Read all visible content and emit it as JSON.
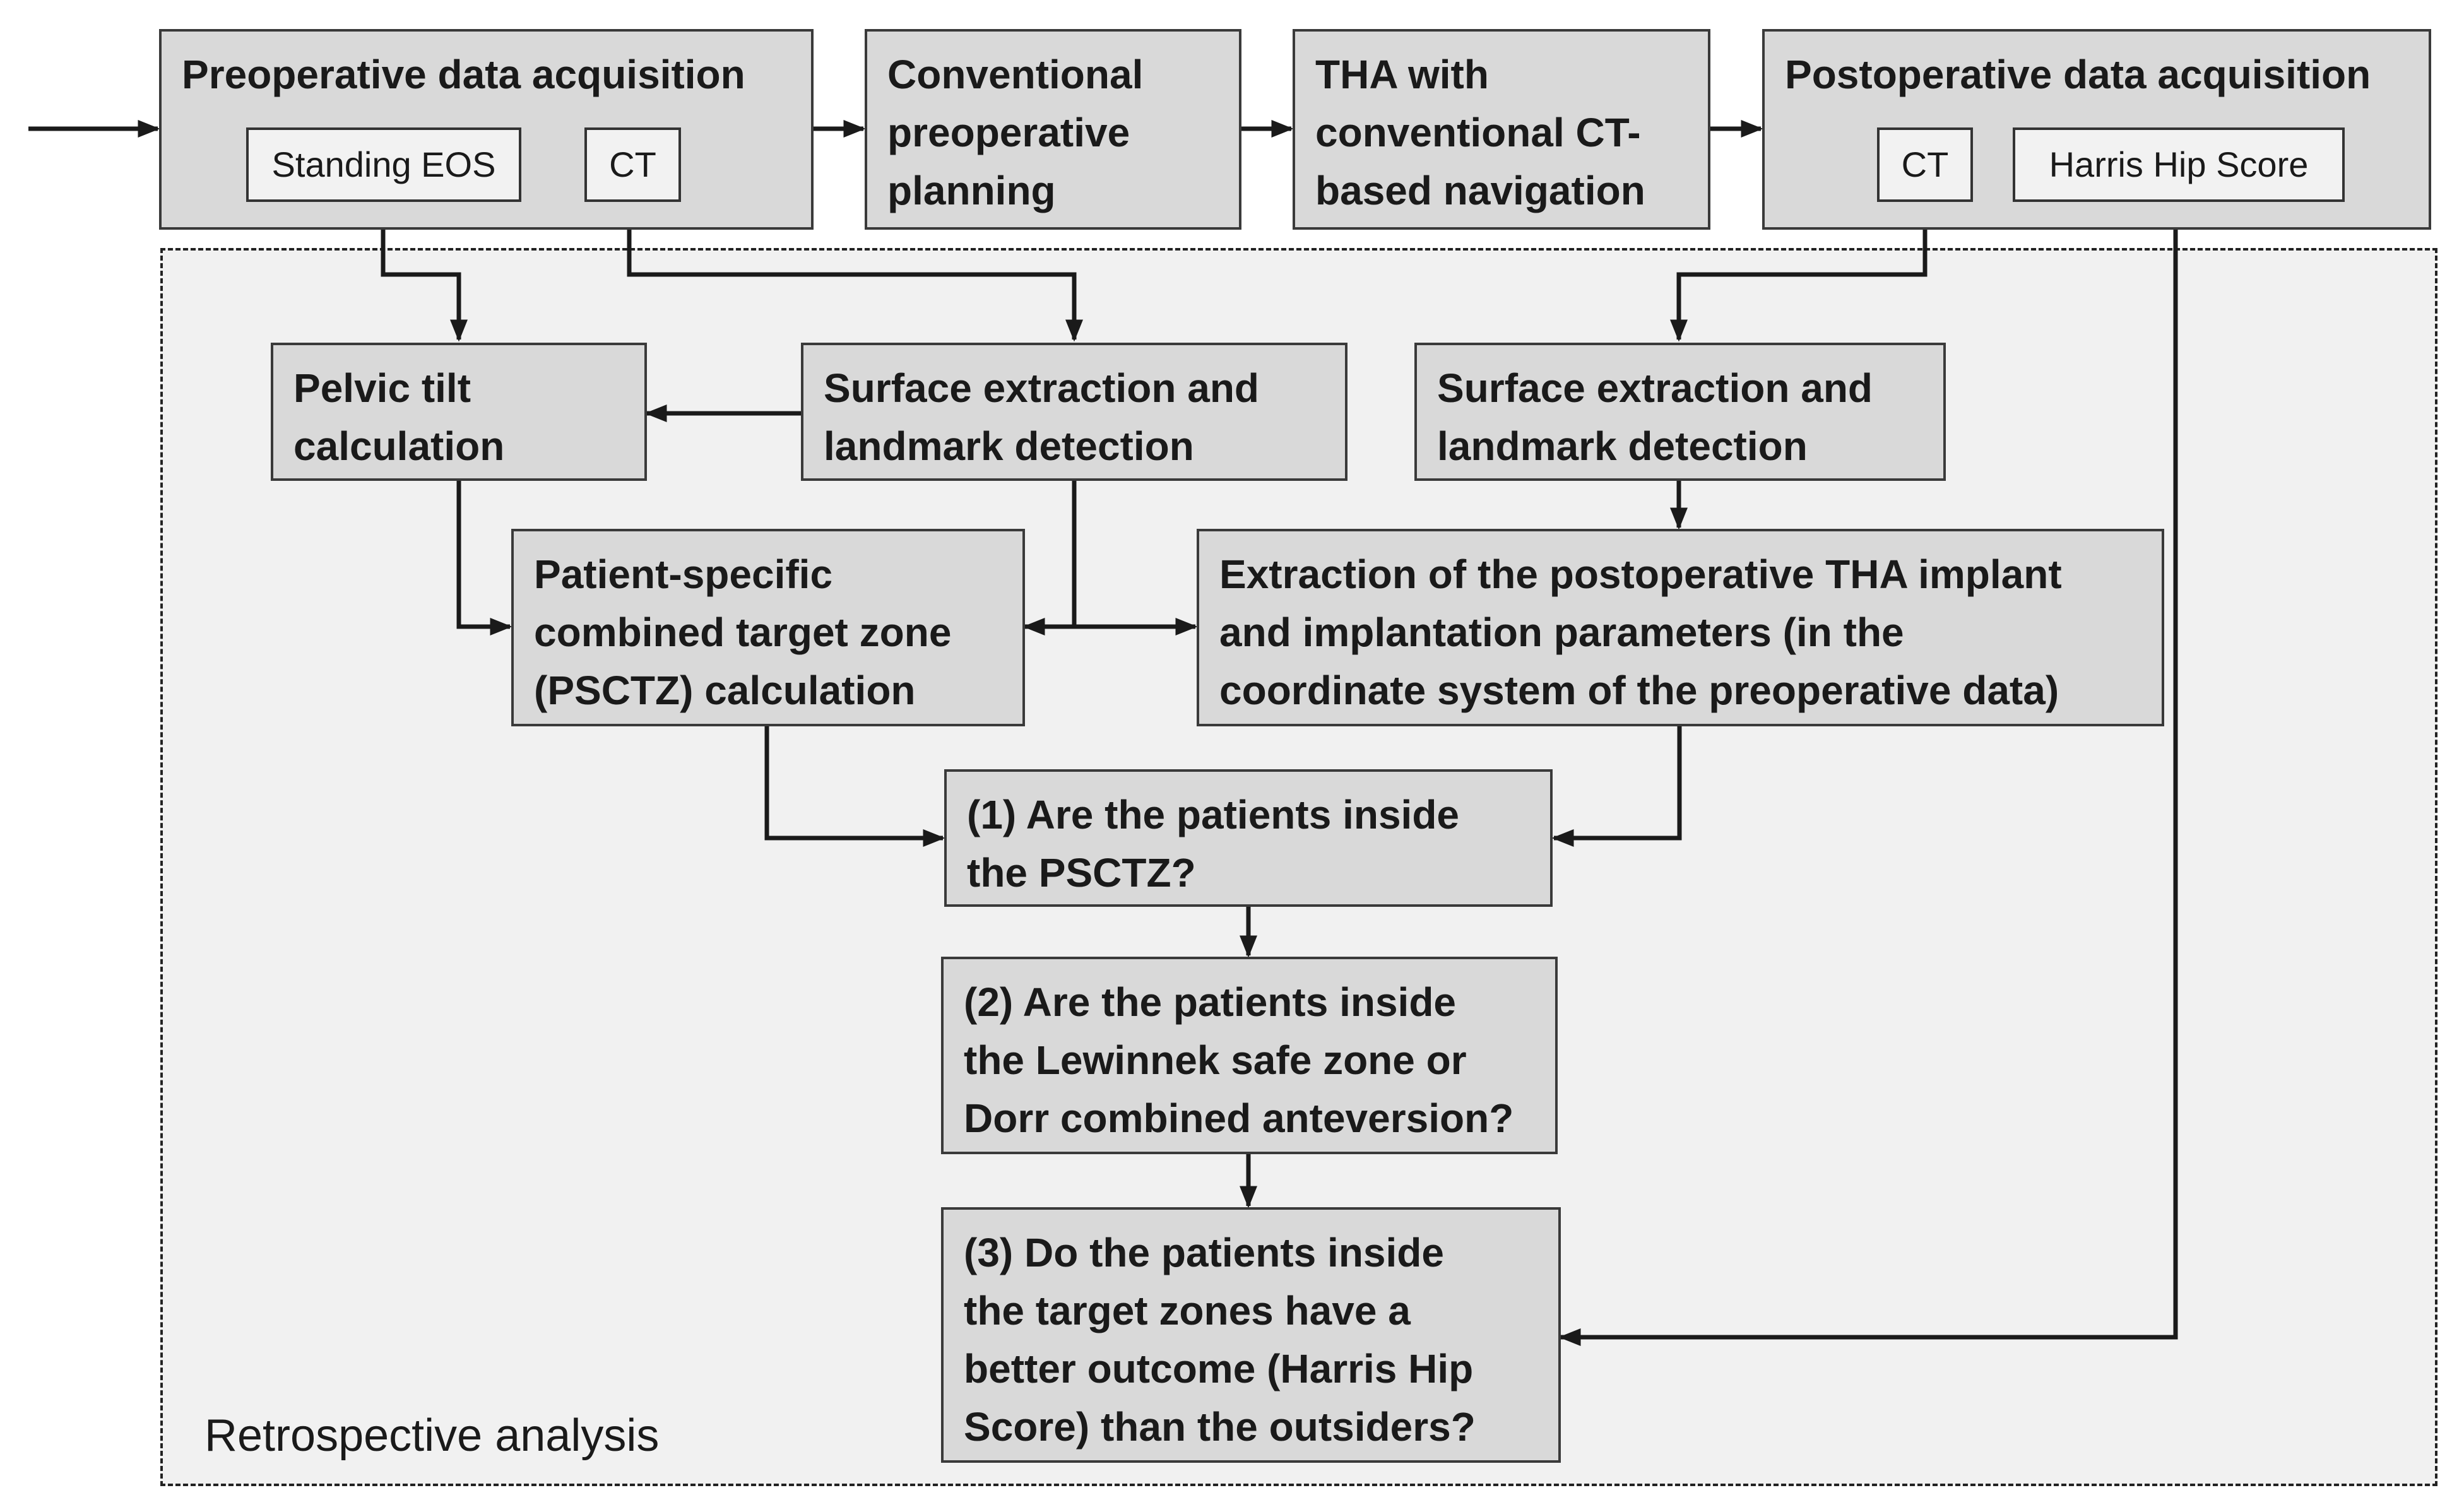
{
  "top_row": {
    "preop": {
      "title": "Preoperative data acquisition",
      "standing_eos": "Standing EOS",
      "ct": "CT"
    },
    "planning": [
      "Conventional",
      "preoperative",
      "planning"
    ],
    "tha_nav": [
      "THA with",
      "conventional CT-",
      "based navigation"
    ],
    "postop": {
      "title": "Postoperative data acquisition",
      "ct": "CT",
      "harris": "Harris Hip Score"
    }
  },
  "analysis": {
    "region_label": "Retrospective analysis",
    "pelvic_tilt": [
      "Pelvic tilt",
      "calculation"
    ],
    "surface_pre": [
      "Surface extraction and",
      "landmark detection"
    ],
    "surface_post": [
      "Surface extraction and",
      "landmark detection"
    ],
    "psctz": [
      "Patient-specific",
      "combined target zone",
      "(PSCTZ) calculation"
    ],
    "extraction": [
      "Extraction of the postoperative THA implant",
      "and implantation parameters (in the",
      "coordinate system of the preoperative data)"
    ],
    "q1": [
      "(1) Are the patients inside",
      "the PSCTZ?"
    ],
    "q2": [
      "(2) Are the patients inside",
      "the Lewinnek safe zone or",
      "Dorr combined anteversion?"
    ],
    "q3": [
      "(3) Do the patients inside",
      "the target zones have a",
      "better outcome (Harris Hip",
      "Score) than the outsiders?"
    ]
  },
  "colors": {
    "box_fill": "#d9d9d9",
    "sub_fill": "#f2f2f2",
    "region_fill": "#f1f1f1",
    "line": "#1a1a1a"
  }
}
